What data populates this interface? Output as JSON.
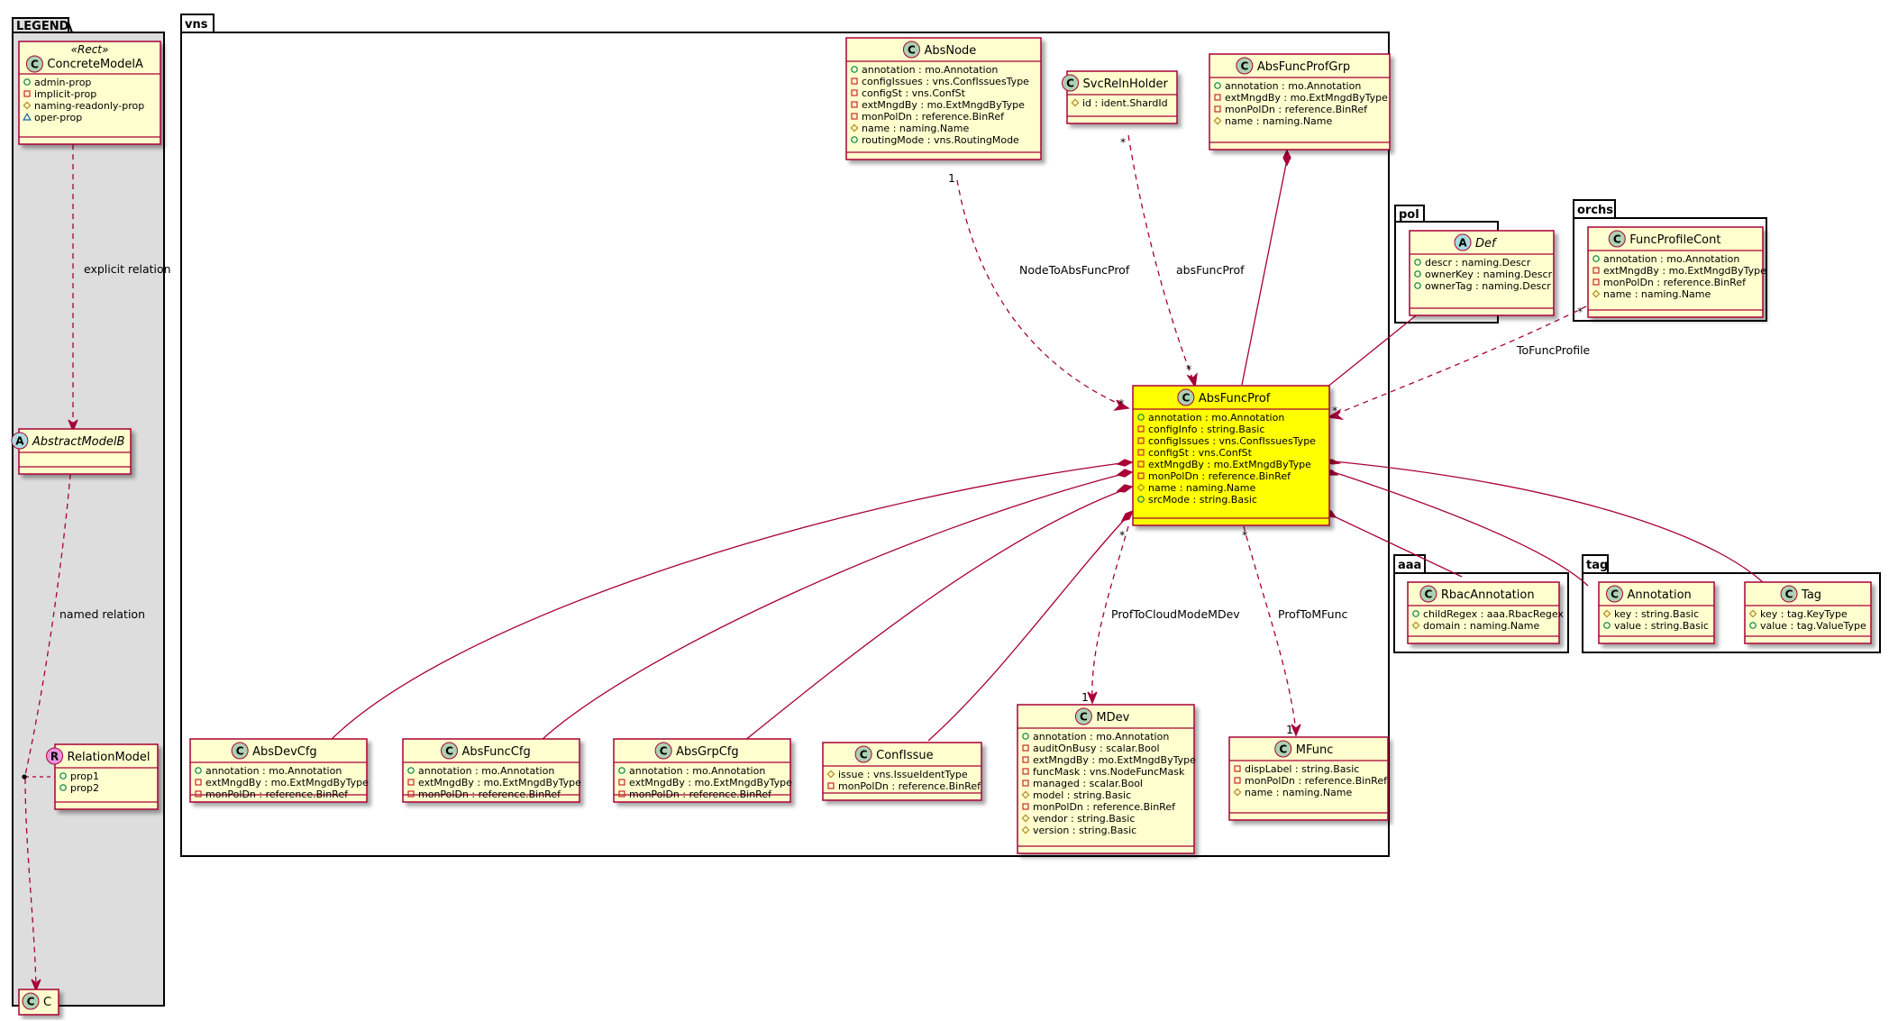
{
  "packages": {
    "legend": "LEGEND",
    "vns": "vns",
    "pol": "pol",
    "orchs": "orchs",
    "aaa": "aaa",
    "tag": "tag"
  },
  "colors": {
    "class_fill": "#FEFECE",
    "class_border": "#A80036",
    "highlight_fill": "#FFFF00",
    "legend_fill": "#DDDDDD",
    "circle_class": "#ADD1B2",
    "circle_abstract": "#A9DCDF",
    "circle_relation": "#EB93DF"
  },
  "classes": {
    "ConcreteModelA": {
      "name": "ConcreteModelA",
      "kind": "C",
      "stereotype": "«Rect»",
      "attrs": [
        [
          "+",
          "admin-prop"
        ],
        [
          "-",
          "implicit-prop"
        ],
        [
          "#",
          "naming-readonly-prop"
        ],
        [
          "△",
          "oper-prop"
        ]
      ]
    },
    "AbstractModelB": {
      "name": "AbstractModelB",
      "kind": "A",
      "attrs": []
    },
    "RelationModel": {
      "name": "RelationModel",
      "kind": "R",
      "attrs": [
        [
          "+",
          "prop1"
        ],
        [
          "+",
          "prop2"
        ]
      ]
    },
    "C": {
      "name": "C",
      "kind": "C",
      "attrs": []
    },
    "AbsNode": {
      "name": "AbsNode",
      "kind": "C",
      "attrs": [
        [
          "+",
          "annotation : mo.Annotation"
        ],
        [
          "-",
          "configIssues : vns.ConfIssuesType"
        ],
        [
          "-",
          "configSt : vns.ConfSt"
        ],
        [
          "-",
          "extMngdBy : mo.ExtMngdByType"
        ],
        [
          "-",
          "monPolDn : reference.BinRef"
        ],
        [
          "#",
          "name : naming.Name"
        ],
        [
          "+",
          "routingMode : vns.RoutingMode"
        ]
      ]
    },
    "SvcRelnHolder": {
      "name": "SvcRelnHolder",
      "kind": "C",
      "attrs": [
        [
          "#",
          "id : ident.ShardId"
        ]
      ]
    },
    "AbsFuncProfGrp": {
      "name": "AbsFuncProfGrp",
      "kind": "C",
      "attrs": [
        [
          "+",
          "annotation : mo.Annotation"
        ],
        [
          "-",
          "extMngdBy : mo.ExtMngdByType"
        ],
        [
          "-",
          "monPolDn : reference.BinRef"
        ],
        [
          "#",
          "name : naming.Name"
        ]
      ]
    },
    "AbsFuncProf": {
      "name": "AbsFuncProf",
      "kind": "C",
      "highlight": true,
      "attrs": [
        [
          "+",
          "annotation : mo.Annotation"
        ],
        [
          "-",
          "configInfo : string.Basic"
        ],
        [
          "-",
          "configIssues : vns.ConfIssuesType"
        ],
        [
          "-",
          "configSt : vns.ConfSt"
        ],
        [
          "-",
          "extMngdBy : mo.ExtMngdByType"
        ],
        [
          "-",
          "monPolDn : reference.BinRef"
        ],
        [
          "#",
          "name : naming.Name"
        ],
        [
          "+",
          "srcMode : string.Basic"
        ]
      ]
    },
    "AbsDevCfg": {
      "name": "AbsDevCfg",
      "kind": "C",
      "attrs": [
        [
          "+",
          "annotation : mo.Annotation"
        ],
        [
          "-",
          "extMngdBy : mo.ExtMngdByType"
        ],
        [
          "-",
          "monPolDn : reference.BinRef"
        ]
      ]
    },
    "AbsFuncCfg": {
      "name": "AbsFuncCfg",
      "kind": "C",
      "attrs": [
        [
          "+",
          "annotation : mo.Annotation"
        ],
        [
          "-",
          "extMngdBy : mo.ExtMngdByType"
        ],
        [
          "-",
          "monPolDn : reference.BinRef"
        ]
      ]
    },
    "AbsGrpCfg": {
      "name": "AbsGrpCfg",
      "kind": "C",
      "attrs": [
        [
          "+",
          "annotation : mo.Annotation"
        ],
        [
          "-",
          "extMngdBy : mo.ExtMngdByType"
        ],
        [
          "-",
          "monPolDn : reference.BinRef"
        ]
      ]
    },
    "ConfIssue": {
      "name": "ConfIssue",
      "kind": "C",
      "attrs": [
        [
          "#",
          "issue : vns.IssueIdentType"
        ],
        [
          "-",
          "monPolDn : reference.BinRef"
        ]
      ]
    },
    "MDev": {
      "name": "MDev",
      "kind": "C",
      "attrs": [
        [
          "+",
          "annotation : mo.Annotation"
        ],
        [
          "-",
          "auditOnBusy : scalar.Bool"
        ],
        [
          "-",
          "extMngdBy : mo.ExtMngdByType"
        ],
        [
          "-",
          "funcMask : vns.NodeFuncMask"
        ],
        [
          "-",
          "managed : scalar.Bool"
        ],
        [
          "#",
          "model : string.Basic"
        ],
        [
          "-",
          "monPolDn : reference.BinRef"
        ],
        [
          "#",
          "vendor : string.Basic"
        ],
        [
          "#",
          "version : string.Basic"
        ]
      ]
    },
    "MFunc": {
      "name": "MFunc",
      "kind": "C",
      "attrs": [
        [
          "-",
          "dispLabel : string.Basic"
        ],
        [
          "-",
          "monPolDn : reference.BinRef"
        ],
        [
          "#",
          "name : naming.Name"
        ]
      ]
    },
    "Def": {
      "name": "Def",
      "kind": "A",
      "attrs": [
        [
          "+",
          "descr : naming.Descr"
        ],
        [
          "+",
          "ownerKey : naming.Descr"
        ],
        [
          "+",
          "ownerTag : naming.Descr"
        ]
      ]
    },
    "FuncProfileCont": {
      "name": "FuncProfileCont",
      "kind": "C",
      "attrs": [
        [
          "+",
          "annotation : mo.Annotation"
        ],
        [
          "-",
          "extMngdBy : mo.ExtMngdByType"
        ],
        [
          "-",
          "monPolDn : reference.BinRef"
        ],
        [
          "#",
          "name : naming.Name"
        ]
      ]
    },
    "RbacAnnotation": {
      "name": "RbacAnnotation",
      "kind": "C",
      "attrs": [
        [
          "+",
          "childRegex : aaa.RbacRegex"
        ],
        [
          "#",
          "domain : naming.Name"
        ]
      ]
    },
    "Annotation": {
      "name": "Annotation",
      "kind": "C",
      "attrs": [
        [
          "#",
          "key : string.Basic"
        ],
        [
          "+",
          "value : string.Basic"
        ]
      ]
    },
    "Tag": {
      "name": "Tag",
      "kind": "C",
      "attrs": [
        [
          "#",
          "key : tag.KeyType"
        ],
        [
          "+",
          "value : tag.ValueType"
        ]
      ]
    }
  },
  "labels": {
    "explicit_relation": "explicit relation",
    "named_relation": "named relation",
    "node_to_abs_func_prof": "NodeToAbsFuncProf",
    "abs_func_prof": "absFuncProf",
    "to_func_profile": "ToFuncProfile",
    "prof_to_cloud_mode_mdev": "ProfToCloudModeMDev",
    "prof_to_mfunc": "ProfToMFunc"
  },
  "multiplicities": {
    "one": "1",
    "many": "*"
  }
}
